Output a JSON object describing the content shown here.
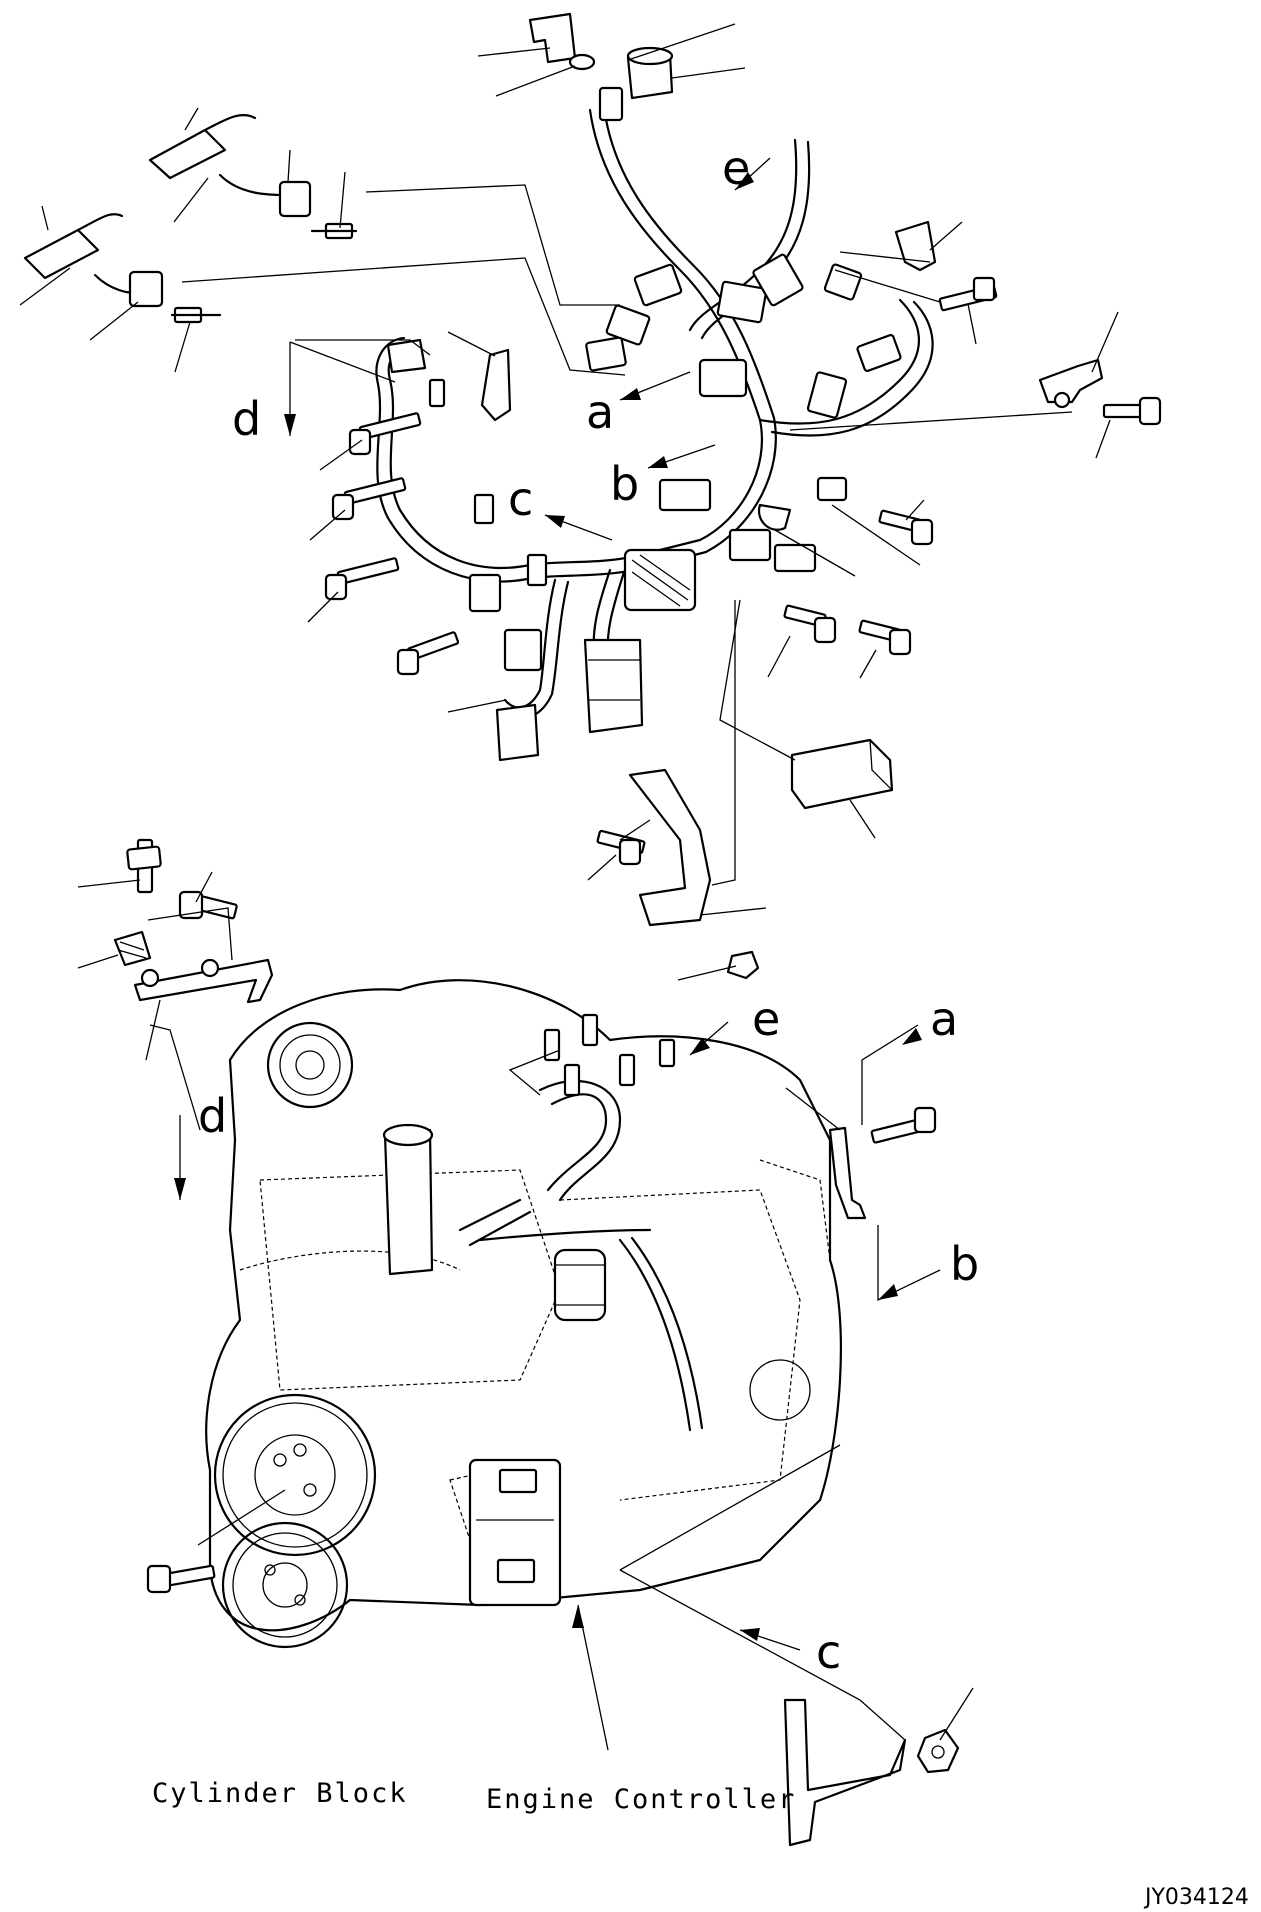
{
  "refs": {
    "a_top": "a",
    "b_top": "b",
    "c_top": "c",
    "d_top": "d",
    "e_top": "e",
    "a_bottom": "a",
    "b_bottom": "b",
    "c_bottom": "c",
    "d_bottom": "d",
    "e_bottom": "e"
  },
  "captions": {
    "cylinder_block": "Cylinder Block",
    "engine_controller": "Engine Controller"
  },
  "figure_code": "JY034124",
  "colors": {
    "line": "#000000",
    "background": "#ffffff"
  }
}
